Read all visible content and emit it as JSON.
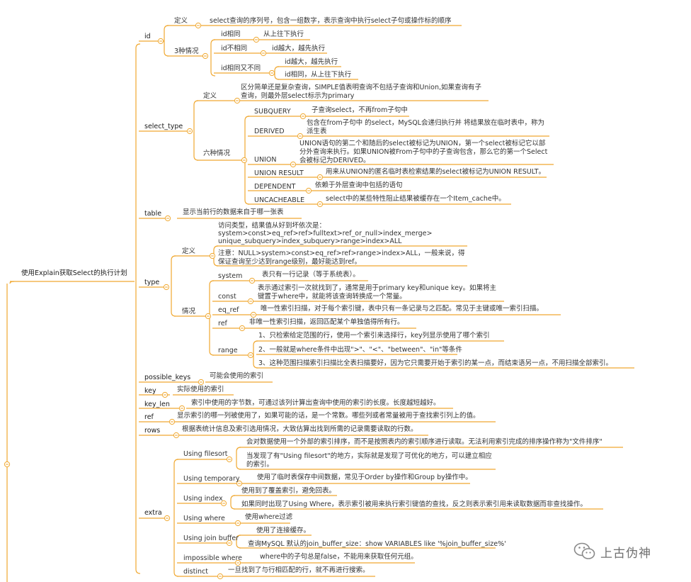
{
  "colors": {
    "line": "#f0a830",
    "text": "#333333",
    "watermark": "#6f6f6f"
  },
  "root": {
    "label": "使用Explain获取Select的执行计划"
  },
  "id": {
    "label": "id",
    "def_label": "定义",
    "def": "select查询的序列号，包含一组数字，表示查询中执行select子句或操作标的顺序",
    "cases_label": "3种情况",
    "same_label": "id相同",
    "same": "从上往下执行",
    "diff_label": "id不相同",
    "diff": "id越大，越先执行",
    "mixed_label": "id相同又不同",
    "mixed_1": "id越大，越先执行",
    "mixed_2": "id相同，从上往下执行"
  },
  "select_type": {
    "label": "select_type",
    "def_label": "定义",
    "def": "区分简单还是复杂查询，SIMPLE值表明查询不包括子查询和Union,如果查询有子查询，则最外层select标示为primary",
    "cases_label": "六种情况",
    "items": [
      {
        "name": "SUBQUERY",
        "desc": "子查询select，不再from子句中"
      },
      {
        "name": "DERIVED",
        "desc": "包含在from子句中 的select，MySQL会递归执行并 将结果放在临时表中，称为派生表"
      },
      {
        "name": "UNION",
        "desc": "UNION语句的第二个和随后的select被标记为UNION，第一个select被标记它以部分外查询来执行。如果UNION被From子句中的子查询包含，那么它的第一个Select会被标记为DERIVED。"
      },
      {
        "name": "UNION RESULT",
        "desc": "用来从UNION的匿名临时表检索结果的select被标记为UNION RESULT。"
      },
      {
        "name": "DEPENDENT",
        "desc": "依赖于外层查询中包括的语句"
      },
      {
        "name": "UNCACHEABLE",
        "desc": "select中的某些特性阻止结果被缓存在一个Item_cache中。"
      }
    ]
  },
  "table": {
    "label": "table",
    "desc": "显示当前行的数据来自于哪一张表"
  },
  "type": {
    "label": "type",
    "def_label": "定义",
    "def_1": "访问类型，结果值从好到坏依次是：",
    "def_2": "system>const>eq_ref>ref>fulltext>ref_or_null>index_merge>",
    "def_3": "unique_subquery>index_subquery>range>index>ALL",
    "note": "注意：NULL>system>const>eq_ref>ref>range>index>ALL，一般来说，得保证查询至少达到range级别，最好能达到ref。",
    "cases_label": "情况",
    "items": [
      {
        "name": "system",
        "desc": "表只有一行记录（等于系统表）。"
      },
      {
        "name": "const",
        "desc": "表示通过索引一次就找到了，通常是用于primary key和unique key。如果将主键置于where中，就能将该查询转换成一个常量。"
      },
      {
        "name": "eq_ref",
        "desc": "唯一性索引扫描，对于每个索引键，表中只有一条记录与之匹配。常见于主键或唯一索引扫描。"
      },
      {
        "name": "ref",
        "desc": "非唯一性索引扫描，返回匹配某个单独值得所有行。"
      }
    ],
    "range_label": "range",
    "range_1": "1、只检索给定范围的行，使用一个索引来选择行，key列显示使用了哪个索引",
    "range_2": "2、一般就是where条件中出现\">\"、\"<\"、\"between\"、\"in\"等条件",
    "range_3": "3、这种范围扫描索引扫描比全表扫描要好，因为它只需要开始于索引的某一点，而结束语另一点，不用扫描全部索引。"
  },
  "possible_keys": {
    "label": "possible_keys",
    "desc": "可能会使用的索引"
  },
  "key": {
    "label": "key",
    "desc": "实际使用的索引"
  },
  "key_len": {
    "label": "key_len",
    "desc": "索引中使用的字节数，可通过该列计算出查询中使用的索引的长度。长度越短越好。"
  },
  "ref": {
    "label": "ref",
    "desc": "显示索引的哪一列被使用了，如果可能的话，是一个常数。哪些列或者常量被用于查找索引列上的值。"
  },
  "rows": {
    "label": "rows",
    "desc": "根据表统计信息及索引选用情况，大致估算出找到所需的记录需要读取的行数。"
  },
  "extra": {
    "label": "extra",
    "filesort_label": "Using filesort",
    "filesort_1": "会对数据使用一个外部的索引排序，而不是按照表内的索引顺序进行读取。无法利用索引完成的排序操作称为\"文件排序\"",
    "filesort_2": "当发现了有\"Using filesort\"的地方，实际就是发现了可优化的地方，可以建立相应的索引。",
    "temporary_label": "Using temporary",
    "temporary": "使用了临时表保存中间数据，常见于Order by操作和Group by操作中。",
    "index_label": "Using index",
    "index_1": "使用到了覆盖索引，避免回表。",
    "index_2": "如果同时出现了Using Where，表示索引被用来执行索引键值的查找，反之则表示索引用来读取数据而非查找操作。",
    "where_label": "Using where",
    "where": "使用where过滤",
    "join_label": "Using join buffer",
    "join_1": "使用了连接缓存。",
    "join_2": "查询MySQL 默认的join_buffer_size：show VARIABLES like '%join_buffer_size%'",
    "impossible_label": "impossible where",
    "impossible": "where中的子句总是false，不能用来获取任何元组。",
    "distinct_label": "distinct",
    "distinct": "一旦找到了与行相匹配的行，就不再进行搜索。"
  },
  "watermark": {
    "text": "上古伪神",
    "icon": "wechat-icon"
  }
}
